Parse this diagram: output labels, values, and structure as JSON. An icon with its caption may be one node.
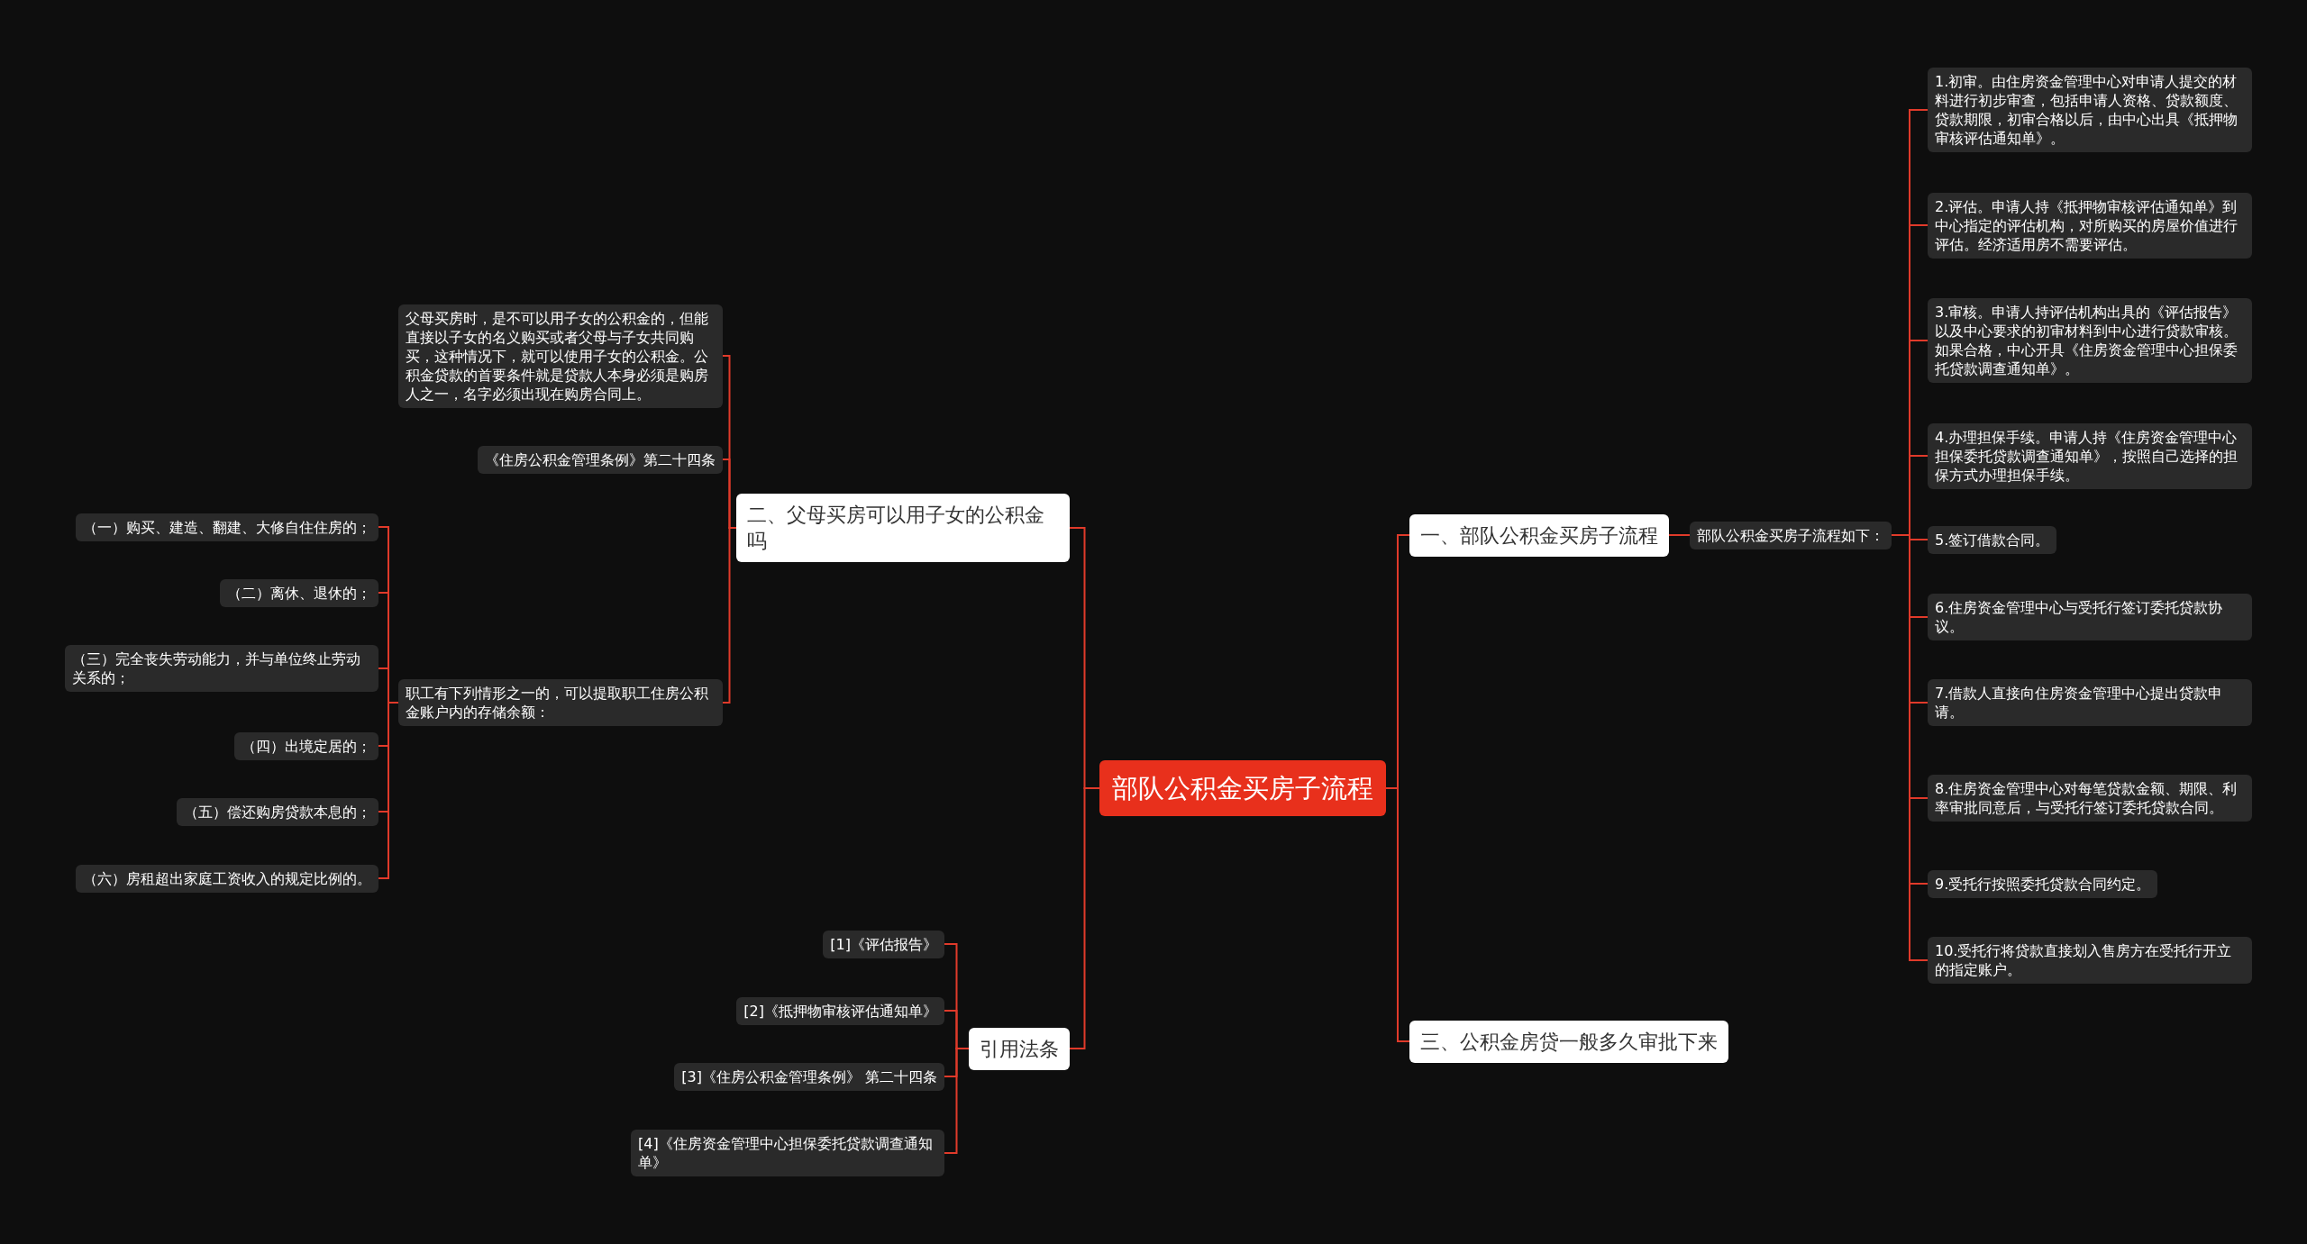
{
  "diagram": {
    "nodes": [
      {
        "text": [
          "部队公积金买房子流程"
        ]
      },
      {
        "text": [
          "一、部队公积金买房子流程"
        ]
      },
      {
        "text": [
          "部队公积金买房子流程如下："
        ]
      },
      {
        "text": [
          "1.初审。由住房资金管理中心对申请人提交的材料进行初步审查，包括申请人资格、贷款额度、贷款期限，初审合格以后，由中心出具《抵押物审核评估通知单》。"
        ]
      },
      {
        "text": [
          "2.评估。申请人持《抵押物审核评估通知单》到中心指定的评估机构，对所购买的房屋价值进行评估。经济适用房不需要评估。"
        ]
      },
      {
        "text": [
          "3.审核。申请人持评估机构出具的《评估报告》以及中心要求的初审材料到中心进行贷款审核。如果合格，中心开具《住房资金管理中心担保委托贷款调查通知单》。"
        ]
      },
      {
        "text": [
          "4.办理担保手续。申请人持《住房资金管理中心担保委托贷款调查通知单》，按照自己选择的担保方式办理担保手续。"
        ]
      },
      {
        "text": [
          "5.签订借款合同。"
        ]
      },
      {
        "text": [
          "6.住房资金管理中心与受托行签订委托贷款协议。"
        ]
      },
      {
        "text": [
          "7.借款人直接向住房资金管理中心提出贷款申请。"
        ]
      },
      {
        "text": [
          "8.住房资金管理中心对每笔贷款金额、期限、利率审批同意后，与受托行签订委托贷款合同。"
        ]
      },
      {
        "text": [
          "9.受托行按照委托贷款合同约定。"
        ]
      },
      {
        "text": [
          "10.受托行将贷款直接划入售房方在受托行开立的指定账户。"
        ]
      },
      {
        "text": [
          "三、公积金房贷一般多久审批下来"
        ]
      },
      {
        "text": [
          "二、父母买房可以用子女的公积金吗"
        ]
      },
      {
        "text": [
          "父母买房时，是不可以用子女的公积金的，但能直接以子女的名义购买或者父母与子女共同购买，这种情况下，就可以使用子女的公积金。公积金贷款的首要条件就是贷款人本身必须是购房人之一，名字必须出现在购房合同上。"
        ]
      },
      {
        "text": [
          "《住房公积金管理条例》第二十四条"
        ]
      },
      {
        "text": [
          "职工有下列情形之一的，可以提取职工住房公积金账户内的存储余额："
        ]
      },
      {
        "text": [
          "（一）购买、建造、翻建、大修自住住房的；"
        ]
      },
      {
        "text": [
          "（二）离休、退休的；"
        ]
      },
      {
        "text": [
          "（三）完全丧失劳动能力，并与单位终止劳动关系的；"
        ]
      },
      {
        "text": [
          "（四）出境定居的；"
        ]
      },
      {
        "text": [
          "（五）偿还购房贷款本息的；"
        ]
      },
      {
        "text": [
          "（六）房租超出家庭工资收入的规定比例的。"
        ]
      },
      {
        "text": [
          "引用法条"
        ]
      },
      {
        "text": [
          "[1]《评估报告》"
        ]
      },
      {
        "text": [
          "[2]《抵押物审核评估通知单》"
        ]
      },
      {
        "text": [
          "[3]《住房公积金管理条例》 第二十四条"
        ]
      },
      {
        "text": [
          "[4]《住房资金管理中心担保委托贷款调查通知单》"
        ]
      }
    ],
    "edges": [
      {
        "from": 0,
        "to": 1,
        "arrow": "none"
      },
      {
        "from": 1,
        "to": 2,
        "arrow": "none"
      },
      {
        "from": 2,
        "to": 3,
        "arrow": "none"
      },
      {
        "from": 2,
        "to": 4,
        "arrow": "none"
      },
      {
        "from": 2,
        "to": 5,
        "arrow": "none"
      },
      {
        "from": 2,
        "to": 6,
        "arrow": "none"
      },
      {
        "from": 2,
        "to": 7,
        "arrow": "none"
      },
      {
        "from": 2,
        "to": 8,
        "arrow": "none"
      },
      {
        "from": 2,
        "to": 9,
        "arrow": "none"
      },
      {
        "from": 2,
        "to": 10,
        "arrow": "none"
      },
      {
        "from": 2,
        "to": 11,
        "arrow": "none"
      },
      {
        "from": 2,
        "to": 12,
        "arrow": "none"
      },
      {
        "from": 0,
        "to": 13,
        "arrow": "none"
      },
      {
        "from": 0,
        "to": 14,
        "arrow": "none"
      },
      {
        "from": 14,
        "to": 15,
        "arrow": "none"
      },
      {
        "from": 14,
        "to": 16,
        "arrow": "none"
      },
      {
        "from": 14,
        "to": 17,
        "arrow": "none"
      },
      {
        "from": 17,
        "to": 18,
        "arrow": "none"
      },
      {
        "from": 17,
        "to": 19,
        "arrow": "none"
      },
      {
        "from": 17,
        "to": 20,
        "arrow": "none"
      },
      {
        "from": 17,
        "to": 21,
        "arrow": "none"
      },
      {
        "from": 17,
        "to": 22,
        "arrow": "none"
      },
      {
        "from": 17,
        "to": 23,
        "arrow": "none"
      },
      {
        "from": 0,
        "to": 24,
        "arrow": "none"
      },
      {
        "from": 24,
        "to": 25,
        "arrow": "none"
      },
      {
        "from": 24,
        "to": 26,
        "arrow": "none"
      },
      {
        "from": 24,
        "to": 27,
        "arrow": "none"
      },
      {
        "from": 24,
        "to": 28,
        "arrow": "none"
      }
    ]
  }
}
